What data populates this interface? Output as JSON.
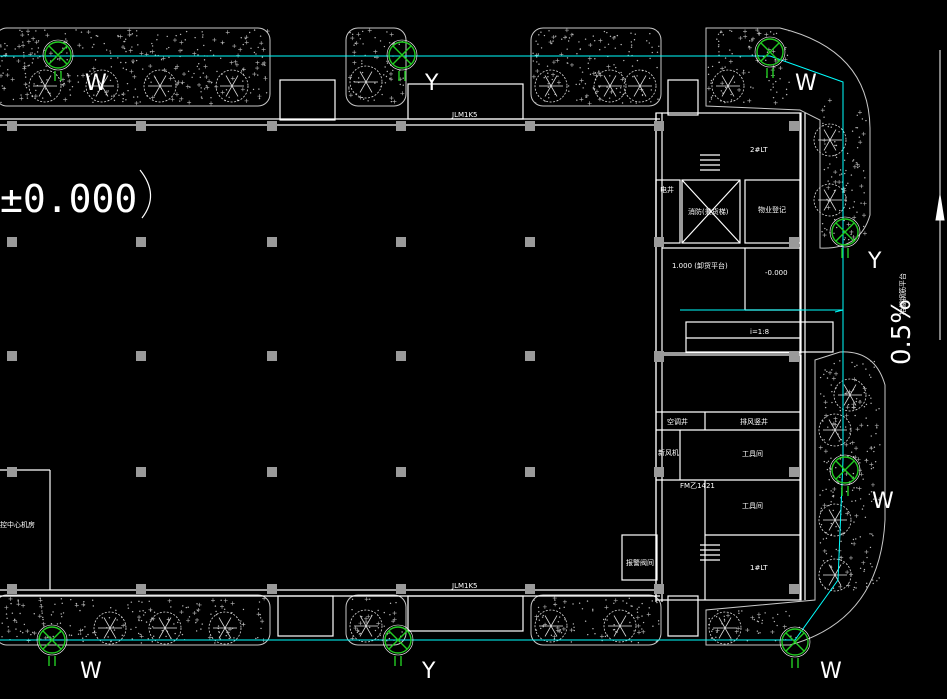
{
  "drawing": {
    "elevation_label": "±0.000",
    "slope_label": "0.5%",
    "slope_note": "抬棚钢筋平台",
    "pipe_labels": {
      "drain": "W",
      "rain": "Y"
    },
    "rooms": {
      "elevator_hall": "2#LT",
      "elevator_hall_lower": "1#LT",
      "electric_well": "电井",
      "fire_elevator": "消防(兼货梯)",
      "property_office": "物业登记",
      "platform_label": "1.000 (卸货平台)",
      "platform_level": "-0.000",
      "ramp": "i=1:8",
      "ac_well": "空调井",
      "smoke_well": "排风竖井",
      "tool_room_1": "工具间",
      "tool_room_2": "工具间",
      "fresh_air": "新风机",
      "alarm_room": "报警阀间",
      "control_center": "控中心机房",
      "door_tag_top": "JLM1K5",
      "door_tag_bottom": "JLM1K5",
      "door_small": "FM乙1421"
    },
    "colors": {
      "background": "#000000",
      "wall": "#ffffff",
      "boundary": "#00ffff",
      "column": "#a0a0a0",
      "planting": "#c8c8c8",
      "pipe_marker": "#22cc22"
    }
  }
}
